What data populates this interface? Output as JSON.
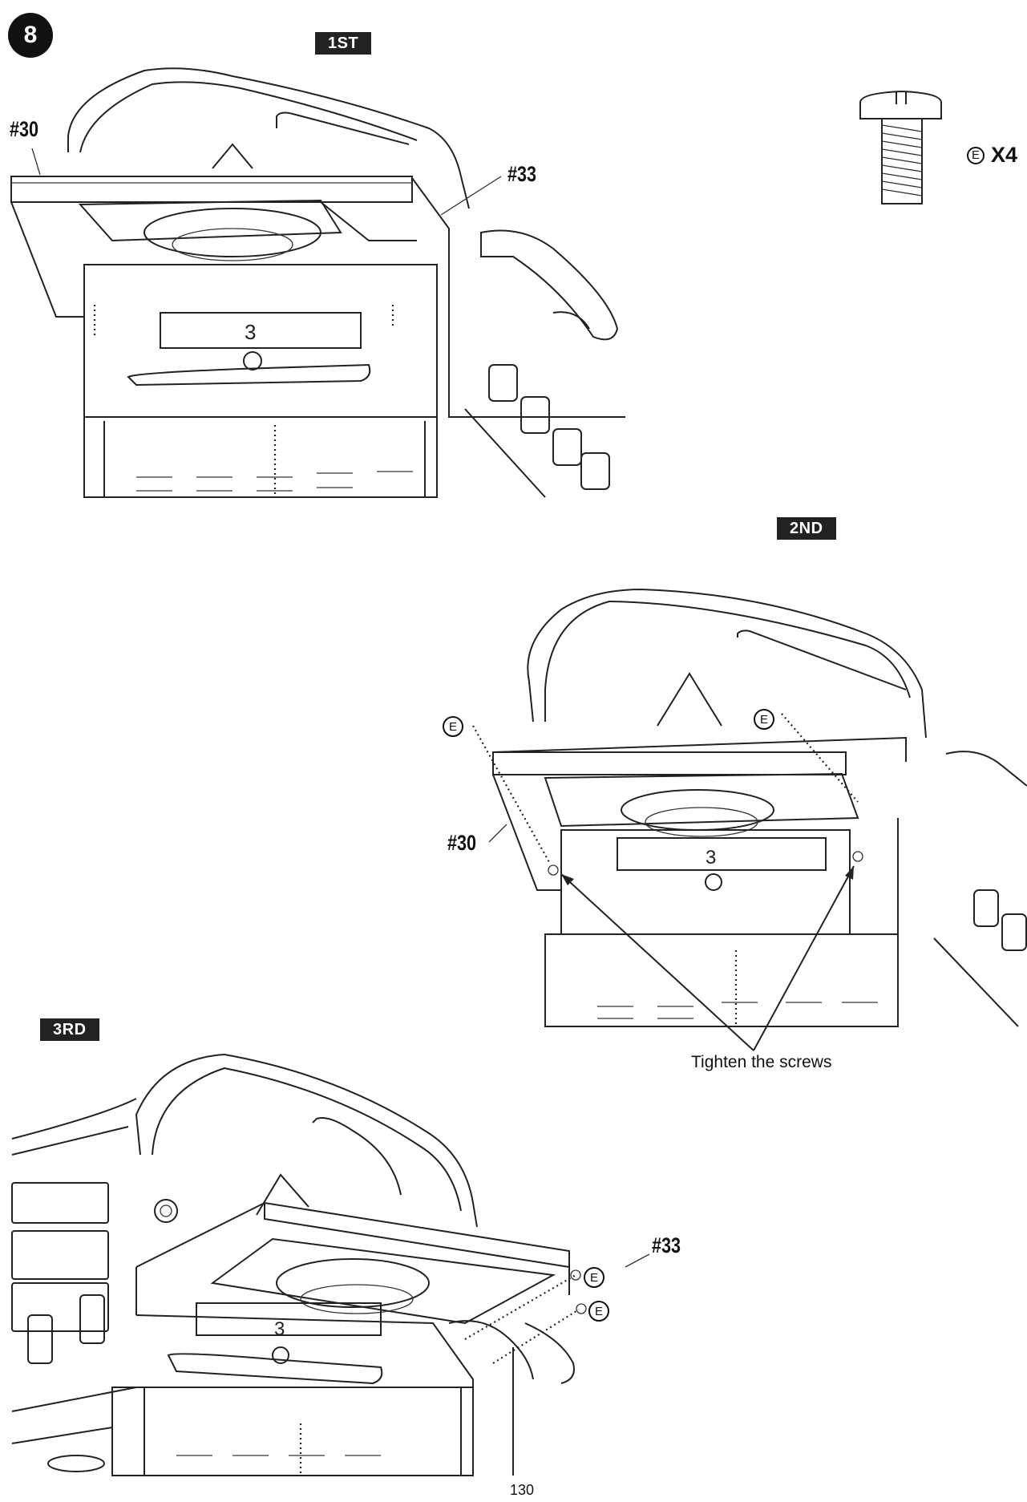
{
  "step": {
    "number": "8"
  },
  "phases": {
    "first": "1ST",
    "second": "2ND",
    "third": "3RD"
  },
  "parts": {
    "p30_first": "#30",
    "p33_first": "#33",
    "p30_second": "#30",
    "p33_third": "#33"
  },
  "hardware": {
    "letter": "E",
    "quantity": "X4"
  },
  "callouts": {
    "e": "E",
    "tighten": "Tighten the screws"
  },
  "page": {
    "number": "130"
  },
  "icons": {
    "screw": "pan-head-screw-icon",
    "arrow": "arrow-icon"
  }
}
